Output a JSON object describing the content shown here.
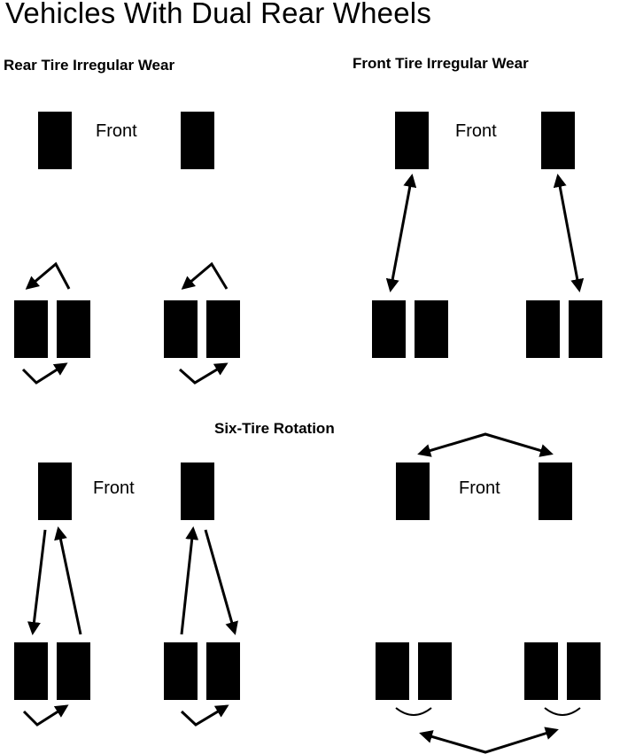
{
  "title": "Vehicles With Dual Rear Wheels",
  "sections": {
    "rear_wear": {
      "title": "Rear Tire Irregular Wear",
      "front_label": "Front"
    },
    "front_wear": {
      "title": "Front Tire Irregular Wear",
      "front_label": "Front"
    },
    "six_tire": {
      "title": "Six-Tire Rotation",
      "front_label_left": "Front",
      "front_label_right": "Front"
    }
  },
  "colors": {
    "tire": "#000000",
    "arrow": "#000000",
    "background": "#ffffff"
  }
}
